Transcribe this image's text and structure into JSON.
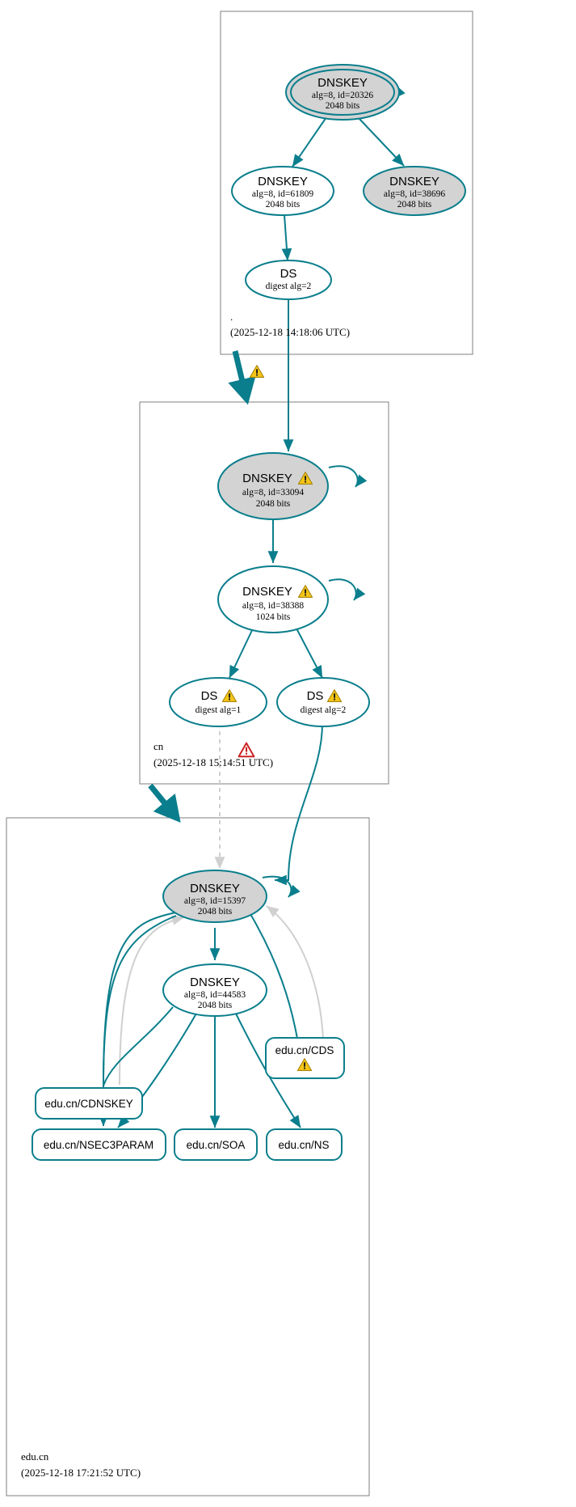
{
  "diagram": {
    "title": "DNSSEC authentication chain",
    "colors": {
      "accent": "#0a7e8c",
      "secure_fill": "#d3d3d3",
      "plain_fill": "#ffffff",
      "zone_border": "#7f7f7f",
      "warning_yellow": "#f5c518",
      "error_red": "#cc2222",
      "insecure_grey": "#d0d0d0"
    }
  },
  "zones": [
    {
      "id": "root",
      "name": ".",
      "timestamp": "(2025-12-18 14:18:06 UTC)",
      "nodes": [
        {
          "id": "root-ksk",
          "type": "DNSKEY",
          "title": "DNSKEY",
          "line2": "alg=8, id=20326",
          "line3": "2048 bits",
          "trust_anchor": true,
          "secure": true,
          "warning": false
        },
        {
          "id": "root-zsk",
          "type": "DNSKEY",
          "title": "DNSKEY",
          "line2": "alg=8, id=61809",
          "line3": "2048 bits",
          "trust_anchor": false,
          "secure": false,
          "warning": false
        },
        {
          "id": "root-zsk2",
          "type": "DNSKEY",
          "title": "DNSKEY",
          "line2": "alg=8, id=38696",
          "line3": "2048 bits",
          "trust_anchor": false,
          "secure": true,
          "warning": false
        },
        {
          "id": "root-ds",
          "type": "DS",
          "title": "DS",
          "line2": "digest alg=2",
          "line3": "",
          "trust_anchor": false,
          "secure": false,
          "warning": false
        }
      ]
    },
    {
      "id": "cn",
      "name": "cn",
      "timestamp": "(2025-12-18 15:14:51 UTC)",
      "has_error_badge": true,
      "nodes": [
        {
          "id": "cn-ksk",
          "type": "DNSKEY",
          "title": "DNSKEY",
          "line2": "alg=8, id=33094",
          "line3": "2048 bits",
          "secure": true,
          "warning": true
        },
        {
          "id": "cn-zsk",
          "type": "DNSKEY",
          "title": "DNSKEY",
          "line2": "alg=8, id=38388",
          "line3": "1024 bits",
          "secure": false,
          "warning": true
        },
        {
          "id": "cn-ds1",
          "type": "DS",
          "title": "DS",
          "line2": "digest alg=1",
          "line3": "",
          "secure": false,
          "warning": true
        },
        {
          "id": "cn-ds2",
          "type": "DS",
          "title": "DS",
          "line2": "digest alg=2",
          "line3": "",
          "secure": false,
          "warning": true
        }
      ]
    },
    {
      "id": "educn",
      "name": "edu.cn",
      "timestamp": "(2025-12-18 17:21:52 UTC)",
      "nodes": [
        {
          "id": "educn-ksk",
          "type": "DNSKEY",
          "title": "DNSKEY",
          "line2": "alg=8, id=15397",
          "line3": "2048 bits",
          "secure": true,
          "warning": false
        },
        {
          "id": "educn-zsk",
          "type": "DNSKEY",
          "title": "DNSKEY",
          "line2": "alg=8, id=44583",
          "line3": "2048 bits",
          "secure": false,
          "warning": false
        }
      ],
      "rrsets": [
        {
          "id": "rr-cds",
          "label": "edu.cn/CDS",
          "warning": true
        },
        {
          "id": "rr-cdnskey",
          "label": "edu.cn/CDNSKEY",
          "warning": false
        },
        {
          "id": "rr-nsec3param",
          "label": "edu.cn/NSEC3PARAM",
          "warning": false
        },
        {
          "id": "rr-soa",
          "label": "edu.cn/SOA",
          "warning": false
        },
        {
          "id": "rr-ns",
          "label": "edu.cn/NS",
          "warning": false
        }
      ]
    }
  ],
  "delegations": [
    {
      "from": "root",
      "to": "cn",
      "warning": true
    },
    {
      "from": "cn",
      "to": "edu.cn",
      "warning": false
    }
  ]
}
